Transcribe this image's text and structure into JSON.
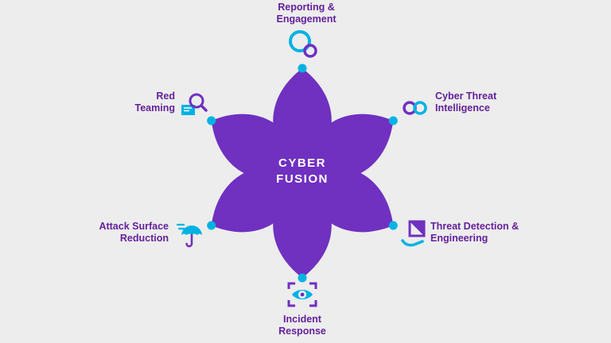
{
  "background_color": "#ecedec",
  "colors": {
    "flower_purple": "#7030c0",
    "accent_cyan": "#00b2e3",
    "label_purple": "#65209b",
    "center_text_color": "#ffffff"
  },
  "center": {
    "title": "CYBER FUSION"
  },
  "nodes": [
    {
      "id": "reporting-engagement",
      "label": "Reporting & Engagement",
      "icon": "loop-circles-icon",
      "position": "top"
    },
    {
      "id": "cyber-threat-intelligence",
      "label": "Cyber Threat Intelligence",
      "icon": "infinity-icon",
      "position": "top-right"
    },
    {
      "id": "threat-detection-engineering",
      "label": "Threat Detection & Engineering",
      "icon": "hand-box-icon",
      "position": "bottom-right"
    },
    {
      "id": "incident-response",
      "label": "Incident Response",
      "icon": "eye-scan-icon",
      "position": "bottom"
    },
    {
      "id": "attack-surface-reduction",
      "label": "Attack Surface Reduction",
      "icon": "umbrella-icon",
      "position": "bottom-left"
    },
    {
      "id": "red-teaming",
      "label": "Red Teaming",
      "icon": "magnifier-document-icon",
      "position": "top-left"
    }
  ]
}
